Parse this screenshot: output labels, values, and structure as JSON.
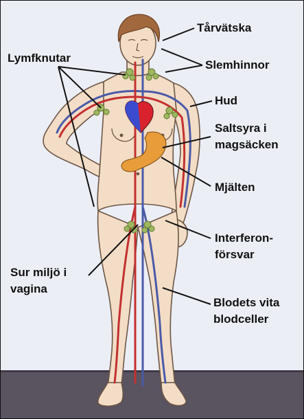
{
  "colors": {
    "background": "#eceef6",
    "floor": "#5a5360",
    "skin": "#f3ddc6",
    "skin_outline": "#6b5545",
    "hair": "#a1683e",
    "artery": "#c33030",
    "vein": "#4a5aa8",
    "heart_red": "#d8232f",
    "heart_blue": "#3b4bd0",
    "stomach": "#e89c3a",
    "lymph_node": "#9fb760",
    "leader_line": "#111111"
  },
  "labels": {
    "tear_fluid": "Tårvätska",
    "lymph_nodes": "Lymfknutar",
    "mucous_membranes": "Slemhinnor",
    "skin": "Hud",
    "stomach_acid_line1": "Saltsyra i",
    "stomach_acid_line2": "magsäcken",
    "spleen": "Mjälten",
    "interferon_line1": "Interferon-",
    "interferon_line2": "försvar",
    "acidic_env_line1": "Sur miljö i",
    "acidic_env_line2": "vagina",
    "white_cells_line1": "Blodets vita",
    "white_cells_line2": "blodceller"
  }
}
